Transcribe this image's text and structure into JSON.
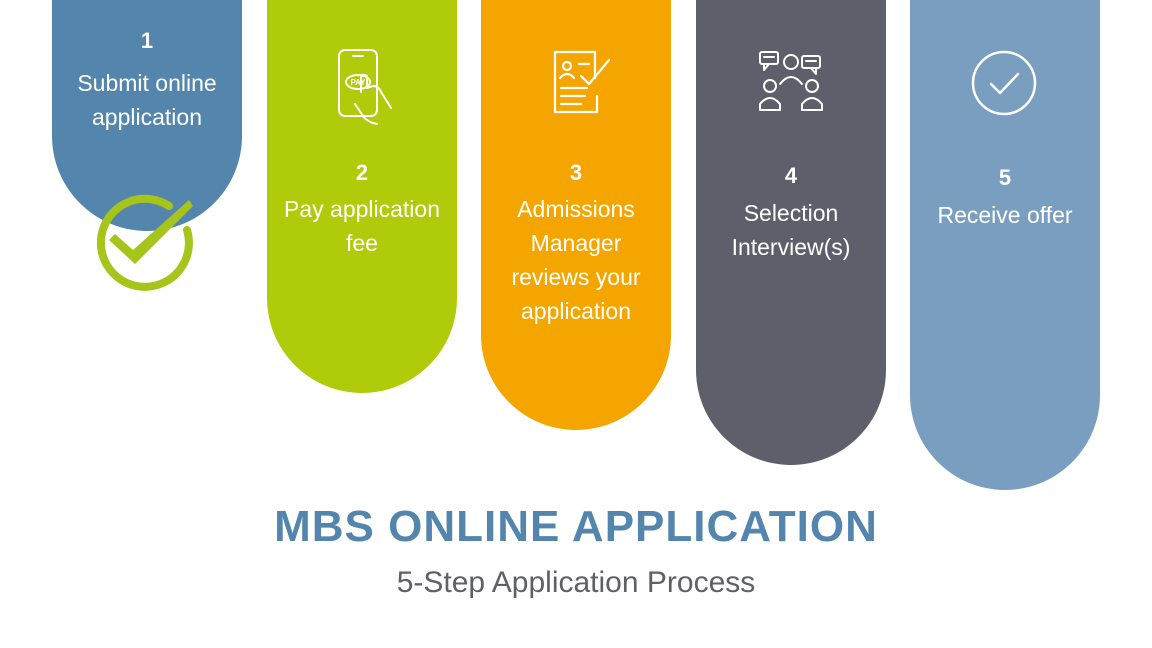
{
  "steps": [
    {
      "number": "1",
      "label": "Submit online application",
      "color": "#5486ad",
      "icon": "none",
      "completed": true
    },
    {
      "number": "2",
      "label": "Pay application fee",
      "color": "#b0cb0a",
      "icon": "pay-phone-icon"
    },
    {
      "number": "3",
      "label": "Admissions Manager reviews your application",
      "color": "#f5a500",
      "icon": "document-check-icon"
    },
    {
      "number": "4",
      "label": "Selection Interview(s)",
      "color": "#5f5f6b",
      "icon": "interview-people-icon"
    },
    {
      "number": "5",
      "label": "Receive offer",
      "color": "#7a9ebf",
      "icon": "check-circle-icon"
    }
  ],
  "completion_badge": {
    "icon": "green-checkmark-icon",
    "color": "#a6c41a"
  },
  "title": "MBS ONLINE APPLICATION",
  "subtitle": "5-Step Application Process"
}
